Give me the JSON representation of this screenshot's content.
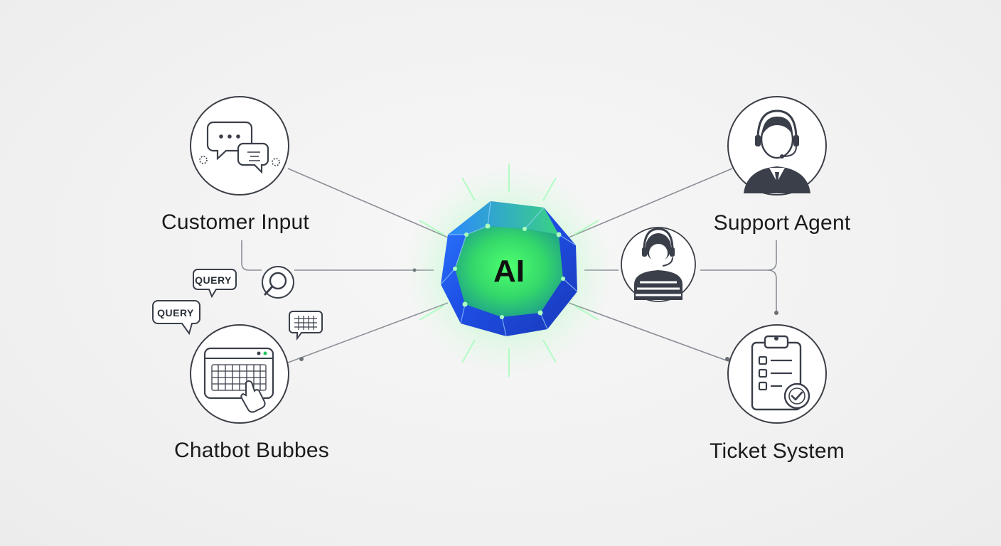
{
  "hub": {
    "label": "AI"
  },
  "nodes": {
    "customer_input": {
      "label": "Customer Input"
    },
    "chatbot_bubbles": {
      "label": "Chatbot Bubbes"
    },
    "support_agent": {
      "label": "Support Agent"
    },
    "ticket_system": {
      "label": "Ticket System"
    }
  },
  "tags": {
    "query_upper": "QUERY",
    "query_lower": "QUERY"
  },
  "colors": {
    "line": "#8a8e96",
    "icon": "#3a3f4a",
    "circle_stroke": "#3b3f46",
    "hub_glow": "#39ff6a",
    "hub_blue": "#1f4fe6",
    "hub_green": "#39e86a"
  }
}
